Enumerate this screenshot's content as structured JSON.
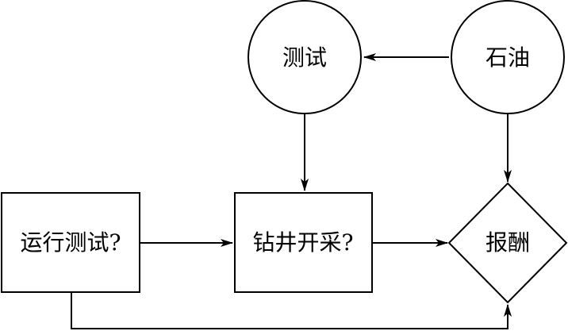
{
  "diagram": {
    "type": "influence-diagram",
    "nodes": {
      "test": {
        "label": "测试",
        "shape": "circle"
      },
      "oil": {
        "label": "石油",
        "shape": "circle"
      },
      "run_test": {
        "label": "运行测试?",
        "shape": "rectangle"
      },
      "drill": {
        "label": "钻井开采?",
        "shape": "rectangle"
      },
      "payoff": {
        "label": "报酬",
        "shape": "diamond"
      }
    },
    "edges": [
      {
        "from": "oil",
        "to": "test"
      },
      {
        "from": "test",
        "to": "drill"
      },
      {
        "from": "oil",
        "to": "payoff"
      },
      {
        "from": "run_test",
        "to": "drill"
      },
      {
        "from": "drill",
        "to": "payoff"
      },
      {
        "from": "run_test",
        "to": "payoff"
      }
    ],
    "colors": {
      "stroke": "#000000",
      "background": "#ffffff"
    }
  }
}
